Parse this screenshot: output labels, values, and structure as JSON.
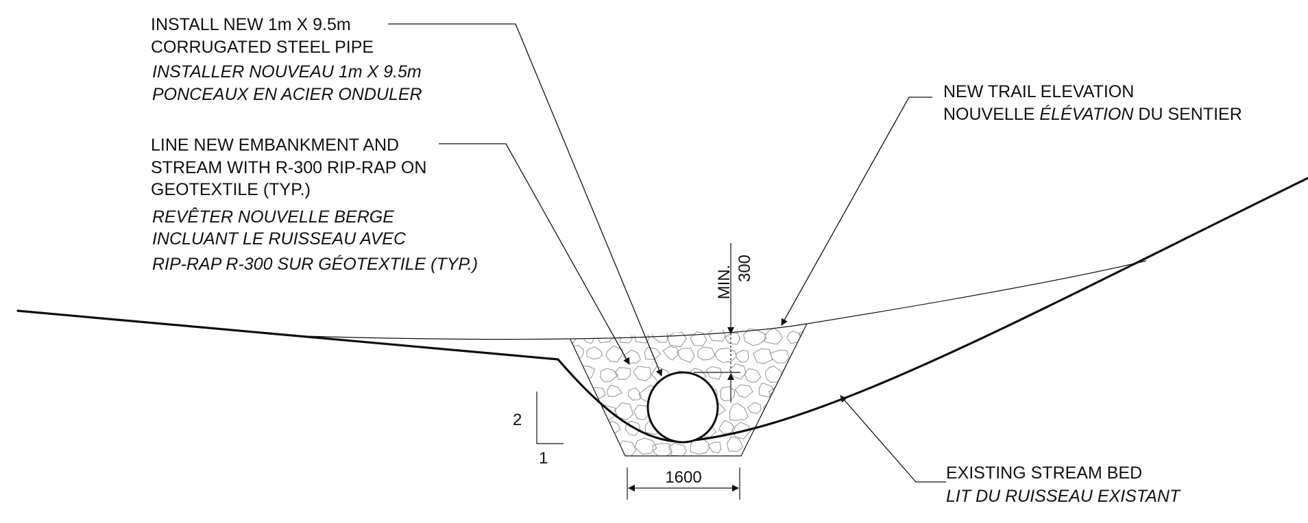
{
  "notes": {
    "pipe": {
      "en_line1": "INSTALL NEW 1m X 9.5m",
      "en_line2": "CORRUGATED STEEL PIPE",
      "fr_line1": "INSTALLER NOUVEAU 1m X 9.5m",
      "fr_line2": "PONCEAUX EN ACIER ONDULER"
    },
    "riprap": {
      "en_line1": "LINE NEW EMBANKMENT AND",
      "en_line2": "STREAM WITH R-300 RIP-RAP ON",
      "en_line3": "GEOTEXTILE (TYP.)",
      "fr_line1": "REVÊTER NOUVELLE BERGE",
      "fr_line2": "INCLUANT LE RUISSEAU AVEC",
      "fr_line3": "RIP-RAP R-300 SUR GÉOTEXTILE (TYP.)"
    },
    "trail": {
      "en": "NEW TRAIL ELEVATION",
      "fr_prefix": "NOUVELLE ",
      "fr_italic": "ÉLÉVATION",
      "fr_suffix": " DU SENTIER"
    },
    "stream": {
      "en": "EXISTING STREAM BED",
      "fr": "LIT DU RUISSEAU EXISTANT"
    }
  },
  "dimensions": {
    "cover_label": "MIN.",
    "cover_value": "300",
    "bottom_width": "1600",
    "slope_rise": "2",
    "slope_run": "1"
  }
}
